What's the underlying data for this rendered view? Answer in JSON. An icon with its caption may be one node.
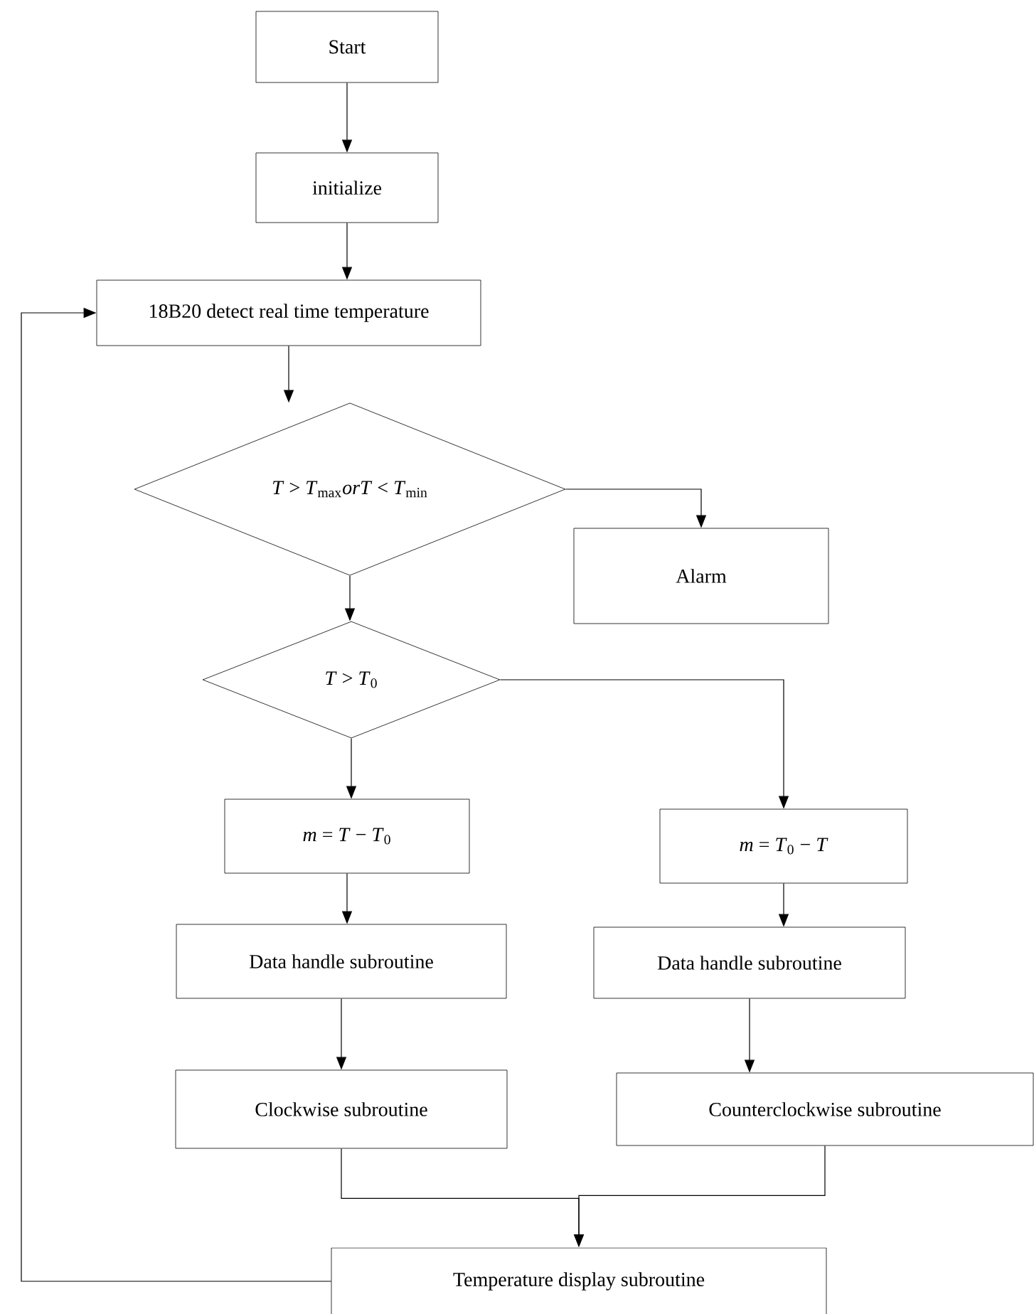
{
  "diagram": {
    "nodes": [
      {
        "text": [
          "Start"
        ]
      },
      {
        "text": [
          "initialize"
        ]
      },
      {
        "text": [
          "18B20 detect real time temperature"
        ]
      },
      {
        "text": [
          "*T* > *T*$_{max}$*orT* < *T*$_{min}$"
        ]
      },
      {
        "text": [
          "Alarm"
        ]
      },
      {
        "text": [
          "*T* > *T*$_{0}$"
        ]
      },
      {
        "text": [
          "*m* = *T* − *T*$_{0}$"
        ]
      },
      {
        "text": [
          "*m* = *T*$_{0}$ − *T*"
        ]
      },
      {
        "text": [
          "Data handle subroutine"
        ]
      },
      {
        "text": [
          "Data handle subroutine"
        ]
      },
      {
        "text": [
          "Clockwise subroutine"
        ]
      },
      {
        "text": [
          "Counterclockwise subroutine"
        ]
      },
      {
        "text": [
          "Temperature display subroutine"
        ]
      }
    ],
    "edges": [
      {
        "from": 0,
        "to": 1,
        "arrow": "to"
      },
      {
        "from": 1,
        "to": 2,
        "arrow": "to"
      },
      {
        "from": 2,
        "to": 3,
        "arrow": "to"
      },
      {
        "from": 3,
        "to": 4,
        "arrow": "to"
      },
      {
        "from": 3,
        "to": 5,
        "arrow": "to"
      },
      {
        "from": 5,
        "to": 6,
        "arrow": "to"
      },
      {
        "from": 5,
        "to": 7,
        "arrow": "to"
      },
      {
        "from": 6,
        "to": 8,
        "arrow": "to"
      },
      {
        "from": 7,
        "to": 9,
        "arrow": "to"
      },
      {
        "from": 8,
        "to": 10,
        "arrow": "to"
      },
      {
        "from": 9,
        "to": 11,
        "arrow": "to"
      },
      {
        "from": 10,
        "to": 12,
        "arrow": "to"
      },
      {
        "from": 11,
        "to": 12,
        "arrow": "to"
      },
      {
        "from": 12,
        "to": 2,
        "arrow": "to"
      }
    ]
  }
}
